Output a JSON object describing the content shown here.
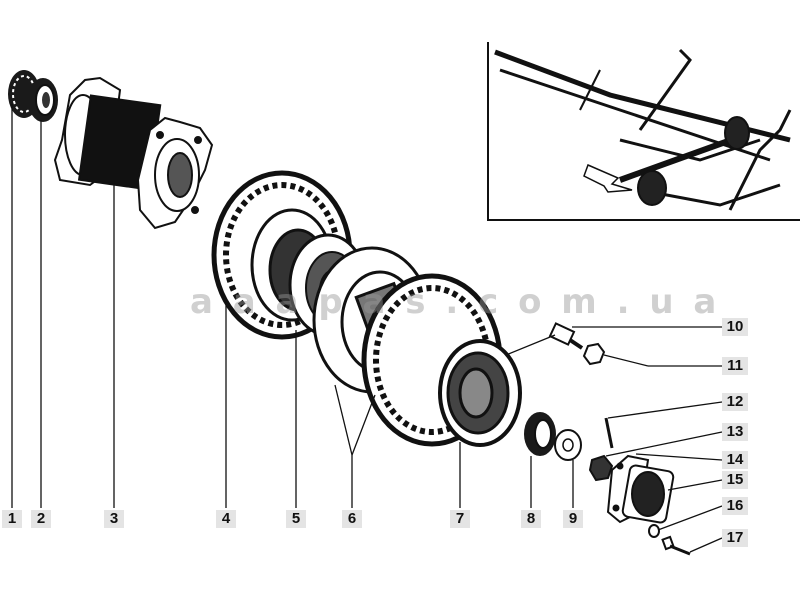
{
  "watermark": "a a a p a s . c o m . u a",
  "part_labels": {
    "p1": "1",
    "p2": "2",
    "p3": "3",
    "p4": "4",
    "p5": "5",
    "p6": "6",
    "p7": "7",
    "p8": "8",
    "p9": "9",
    "p10": "10",
    "p11": "11",
    "p12": "12",
    "p13": "13",
    "p14": "14",
    "p15": "15",
    "p16": "16",
    "p17": "17"
  },
  "colors": {
    "ink": "#111111",
    "label_bg": "#e4e4e4",
    "watermark": "#969696"
  }
}
